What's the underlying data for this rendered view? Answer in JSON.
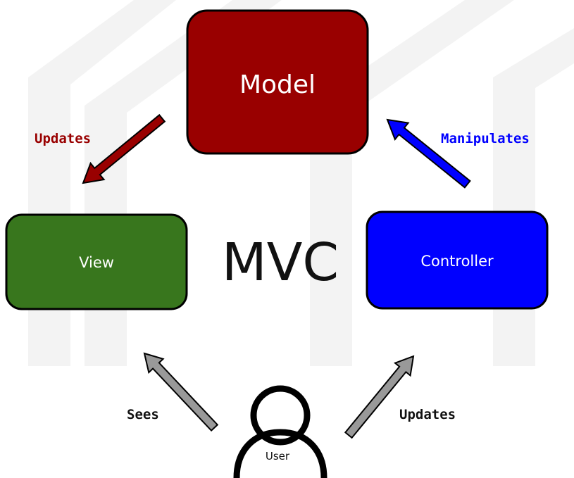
{
  "title": "MVC",
  "nodes": {
    "model": {
      "label": "Model",
      "color": "#990000"
    },
    "view": {
      "label": "View",
      "color": "#38761d"
    },
    "controller": {
      "label": "Controller",
      "color": "#0000ff"
    },
    "user": {
      "label": "User",
      "icon": "user-icon"
    }
  },
  "edges": [
    {
      "id": "model-to-view",
      "label": "Updates",
      "color": "#990000",
      "label_color": "#990000"
    },
    {
      "id": "controller-to-model",
      "label": "Manipulates",
      "color": "#0000ff",
      "label_color": "#0000ff"
    },
    {
      "id": "user-to-view",
      "label": "Sees",
      "color": "#999999",
      "label_color": "#111111"
    },
    {
      "id": "user-to-controller",
      "label": "Updates",
      "color": "#999999",
      "label_color": "#111111"
    }
  ],
  "colors": {
    "watermark": "#f3f3f3",
    "outline": "#000000"
  }
}
